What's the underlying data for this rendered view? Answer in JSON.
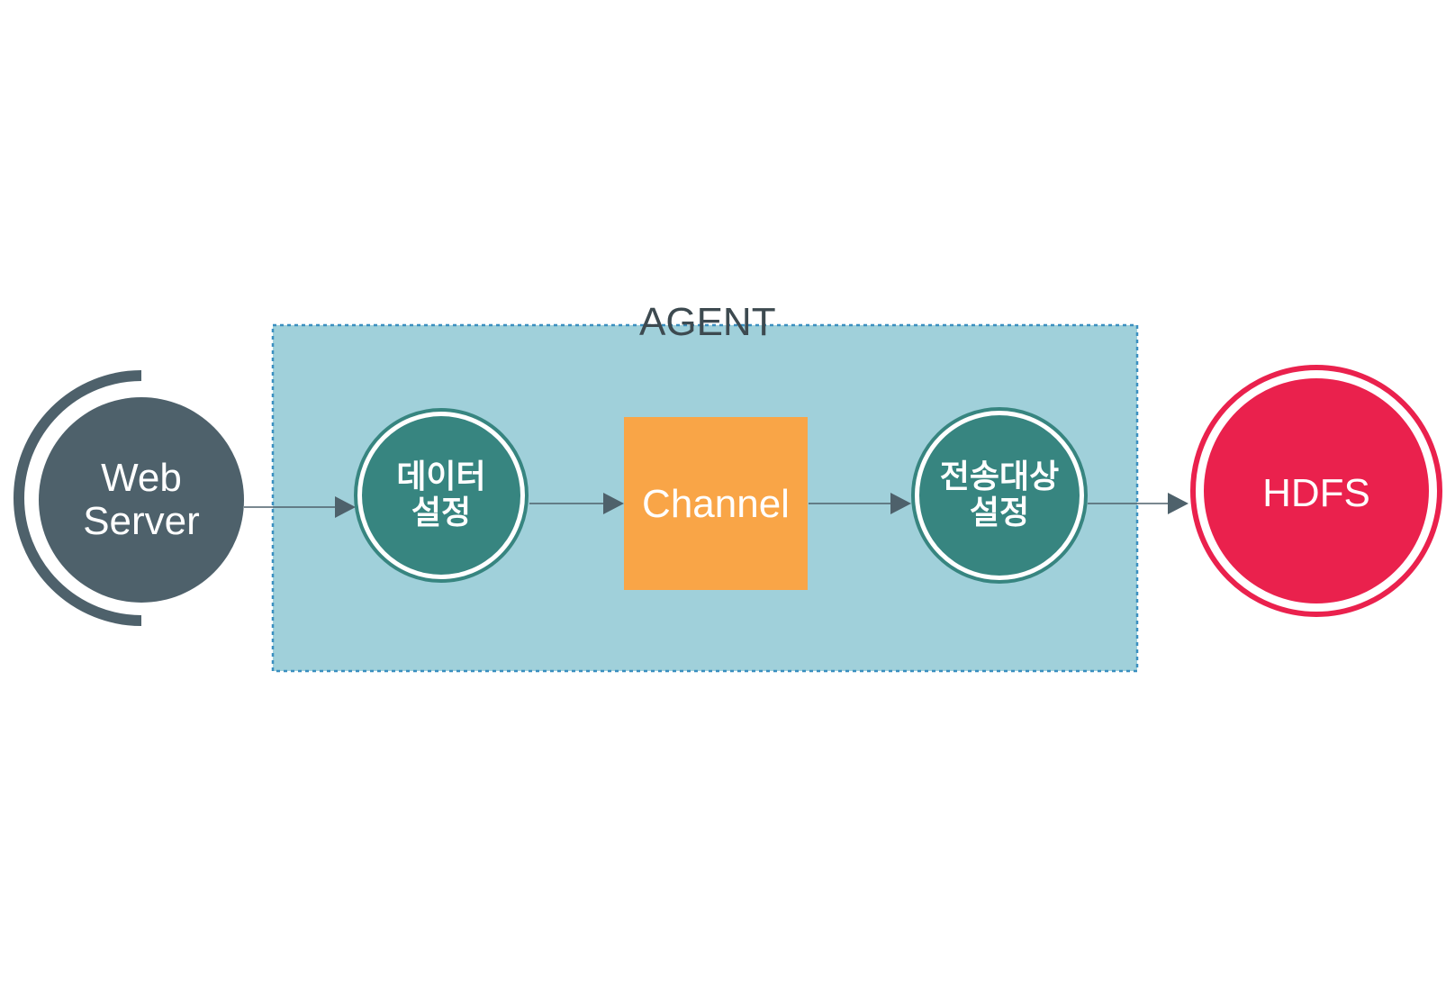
{
  "diagram": {
    "agent": {
      "label": "AGENT"
    },
    "nodes": {
      "web_server": {
        "label": "Web\nServer"
      },
      "data_config": {
        "label": "데이터\n설정"
      },
      "channel": {
        "label": "Channel"
      },
      "target_config": {
        "label": "전송대상\n설정"
      },
      "hdfs": {
        "label": "HDFS"
      }
    },
    "colors": {
      "agent_fill": "#a0d0da",
      "agent_border": "#3a8fc0",
      "web_server": "#4e616b",
      "teal_node": "#378580",
      "channel": "#f9a547",
      "hdfs": "#ea214d",
      "arrow": "#4e616b"
    }
  }
}
